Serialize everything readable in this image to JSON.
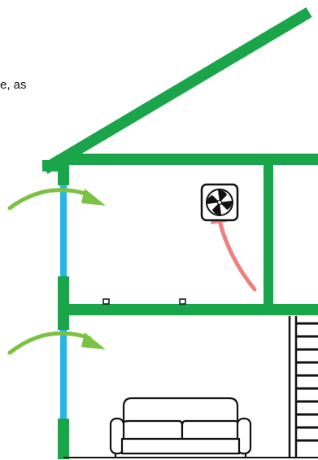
{
  "caption": {
    "text": "e, as"
  },
  "colors": {
    "frame": "#1aa54a",
    "window": "#26b5e6",
    "airflow": "#7cc242",
    "exhaust_flow": "#f08080",
    "outline": "#111111"
  },
  "icons": {
    "fan": "exhaust-fan-icon",
    "sofa": "sofa-icon",
    "stairs": "staircase",
    "vents": "floor-vent"
  }
}
